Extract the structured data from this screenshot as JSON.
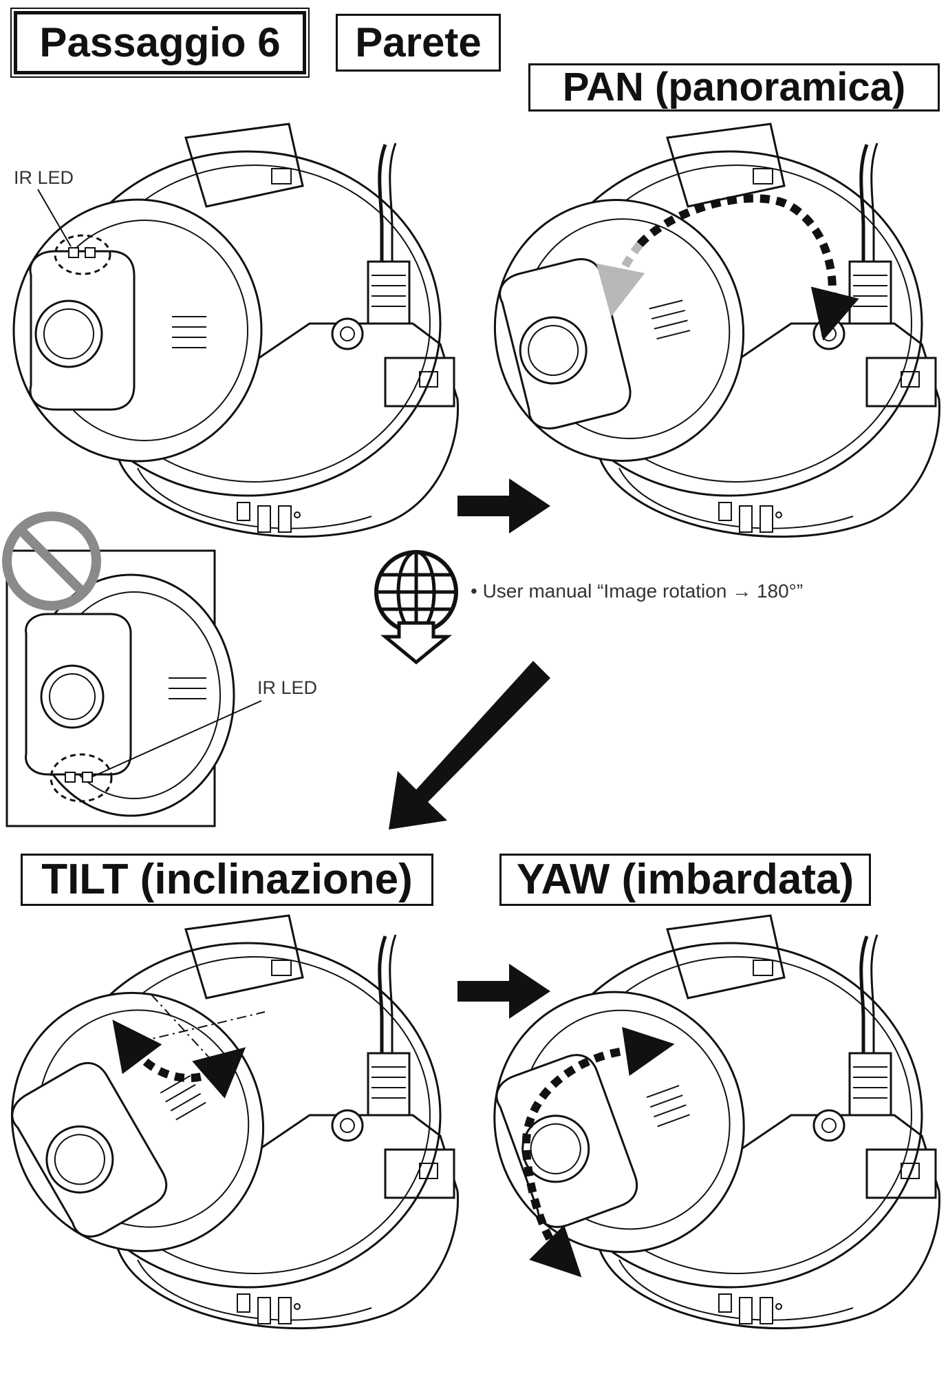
{
  "header": {
    "step_title": "Passaggio 6",
    "location_title": "Parete"
  },
  "steps": {
    "pan_title": "PAN (panoramica)",
    "tilt_title": "TILT (inclinazione)",
    "yaw_title": "YAW (imbardata)"
  },
  "labels": {
    "ir_led_main": "IR LED",
    "ir_led_inset": "IR LED"
  },
  "note": {
    "manual_text": "• User manual “Image rotation → 180°”"
  },
  "icons": {
    "prohibited": "prohibited-icon",
    "web_download": "globe-download-icon",
    "arrow": "arrow-icon"
  },
  "colors": {
    "line": "#111111",
    "prohibited": "#8a8a8a",
    "arrow_light": "#b8b8b8"
  }
}
